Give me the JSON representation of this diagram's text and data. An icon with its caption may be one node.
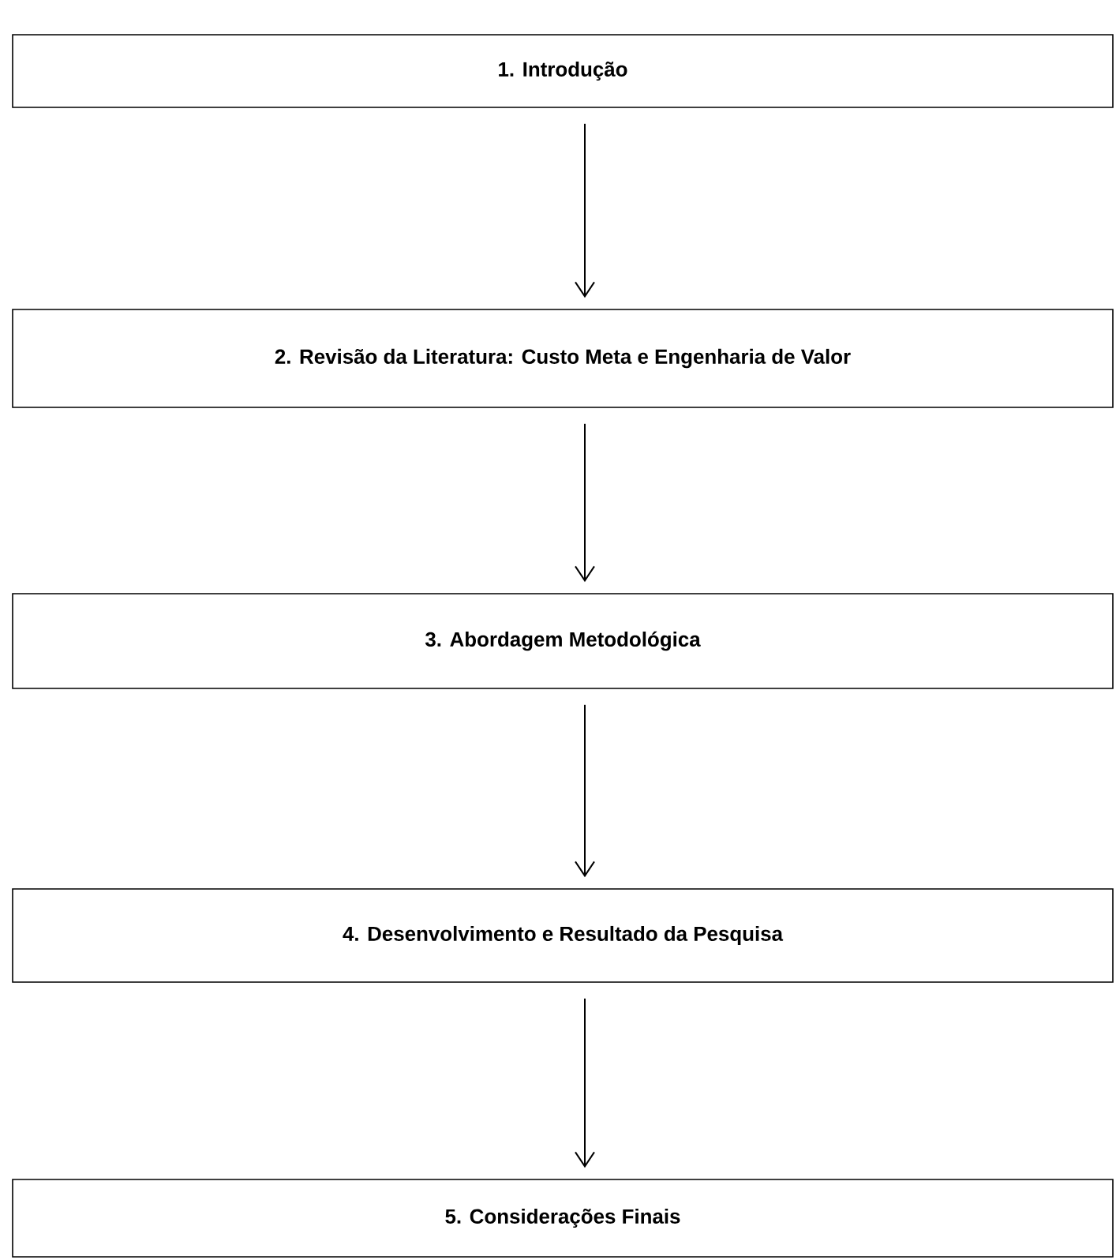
{
  "diagram": {
    "nodes": [
      {
        "text": [
          "1. Introdução"
        ]
      },
      {
        "text": [
          "2. Revisão da Literatura: Custo Meta e Engenharia de Valor"
        ]
      },
      {
        "text": [
          "3. Abordagem Metodológica"
        ]
      },
      {
        "text": [
          "4. Desenvolvimento e Resultado da Pesquisa"
        ]
      },
      {
        "text": [
          "5. Considerações Finais"
        ]
      }
    ],
    "edges": [
      {
        "from": 0,
        "to": 1,
        "arrow": "to"
      },
      {
        "from": 1,
        "to": 2,
        "arrow": "to"
      },
      {
        "from": 2,
        "to": 3,
        "arrow": "to"
      },
      {
        "from": 3,
        "to": 4,
        "arrow": "to"
      }
    ]
  }
}
